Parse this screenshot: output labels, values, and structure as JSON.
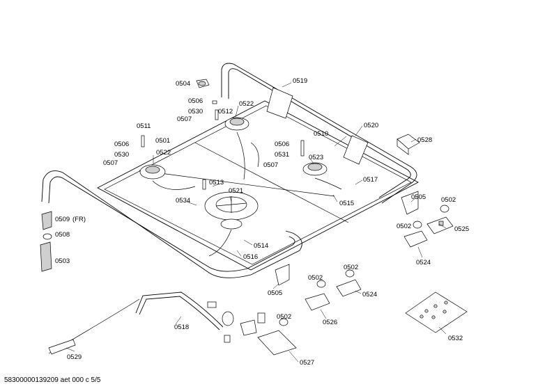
{
  "footer": {
    "code": "58300000139209 aet 000 c 5/5"
  },
  "labels": [
    {
      "id": "0504",
      "text": "0504"
    },
    {
      "id": "0519",
      "text": "0519"
    },
    {
      "id": "0506a",
      "text": "0506"
    },
    {
      "id": "0522a",
      "text": "0522"
    },
    {
      "id": "0530a",
      "text": "0530"
    },
    {
      "id": "0512",
      "text": "0512"
    },
    {
      "id": "0507a",
      "text": "0507"
    },
    {
      "id": "0511",
      "text": "0511"
    },
    {
      "id": "0510",
      "text": "0510"
    },
    {
      "id": "0520",
      "text": "0520"
    },
    {
      "id": "0528",
      "text": "0528"
    },
    {
      "id": "0506b",
      "text": "0506"
    },
    {
      "id": "0501",
      "text": "0501"
    },
    {
      "id": "0530b",
      "text": "0530"
    },
    {
      "id": "0522b",
      "text": "0522"
    },
    {
      "id": "0507b",
      "text": "0507"
    },
    {
      "id": "0506c",
      "text": "0506"
    },
    {
      "id": "0531",
      "text": "0531"
    },
    {
      "id": "0507c",
      "text": "0507"
    },
    {
      "id": "0523",
      "text": "0523"
    },
    {
      "id": "0513",
      "text": "0513"
    },
    {
      "id": "0521",
      "text": "0521"
    },
    {
      "id": "0517",
      "text": "0517"
    },
    {
      "id": "0534",
      "text": "0534"
    },
    {
      "id": "0515",
      "text": "0515"
    },
    {
      "id": "0505a",
      "text": "0505"
    },
    {
      "id": "0502a",
      "text": "0502"
    },
    {
      "id": "0509",
      "text": "0509"
    },
    {
      "id": "0509fr",
      "text": "(FR)"
    },
    {
      "id": "0508",
      "text": "0508"
    },
    {
      "id": "0502b",
      "text": "0502"
    },
    {
      "id": "0525",
      "text": "0525"
    },
    {
      "id": "0514",
      "text": "0514"
    },
    {
      "id": "0503",
      "text": "0503"
    },
    {
      "id": "0516",
      "text": "0516"
    },
    {
      "id": "0524a",
      "text": "0524"
    },
    {
      "id": "0502c",
      "text": "0502"
    },
    {
      "id": "0502d",
      "text": "0502"
    },
    {
      "id": "0505b",
      "text": "0505"
    },
    {
      "id": "0524b",
      "text": "0524"
    },
    {
      "id": "0502e",
      "text": "0502"
    },
    {
      "id": "0526",
      "text": "0526"
    },
    {
      "id": "0518",
      "text": "0518"
    },
    {
      "id": "0532",
      "text": "0532"
    },
    {
      "id": "0529",
      "text": "0529"
    },
    {
      "id": "0527",
      "text": "0527"
    }
  ]
}
